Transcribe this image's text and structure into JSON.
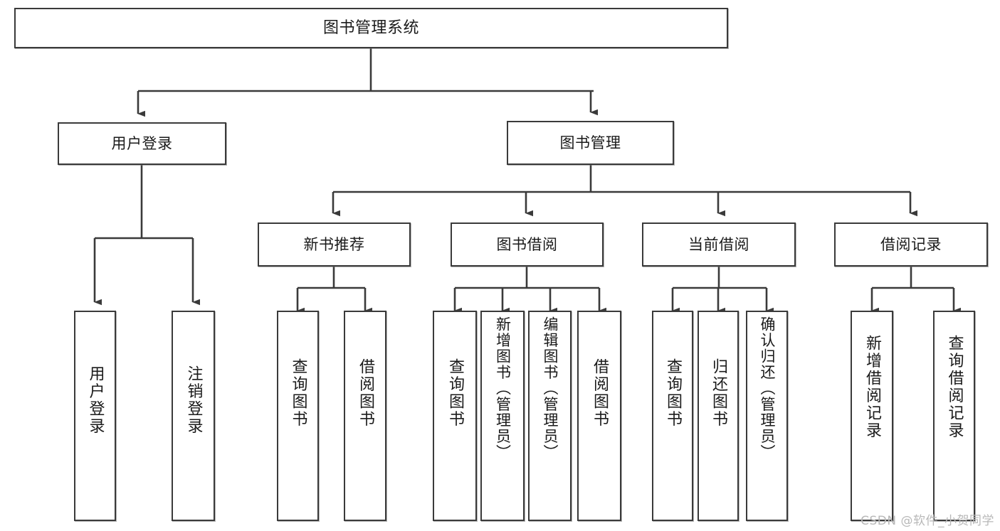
{
  "diagram": {
    "title": "图书管理系统",
    "type": "tree-diagram",
    "watermark": "CSDN @软件_小贺同学",
    "colors": {
      "box_border": "#3a3a3a",
      "box_fill": "#ffffff",
      "connector": "#3a3a3a",
      "text": "#1a1a1a",
      "watermark": "#b8b8b8"
    },
    "nodes": {
      "root": {
        "label": "图书管理系统"
      },
      "level1": [
        {
          "label": "用户登录"
        },
        {
          "label": "图书管理"
        }
      ],
      "level2": [
        {
          "label": "新书推荐"
        },
        {
          "label": "图书借阅"
        },
        {
          "label": "当前借阅"
        },
        {
          "label": "借阅记录"
        }
      ],
      "leaves": {
        "user_login": [
          {
            "label": "用户登录"
          },
          {
            "label": "注销登录"
          }
        ],
        "new_book": [
          {
            "label": "查询图书"
          },
          {
            "label": "借阅图书"
          }
        ],
        "book_borrow": [
          {
            "label": "查询图书"
          },
          {
            "label": "新增图书（管理员）"
          },
          {
            "label": "编辑图书（管理员）"
          },
          {
            "label": "借阅图书"
          }
        ],
        "current_borrow": [
          {
            "label": "查询图书"
          },
          {
            "label": "归还图书"
          },
          {
            "label": "确认归还（管理员）"
          }
        ],
        "borrow_record": [
          {
            "label": "新增借阅记录"
          },
          {
            "label": "查询借阅记录"
          }
        ]
      }
    }
  }
}
